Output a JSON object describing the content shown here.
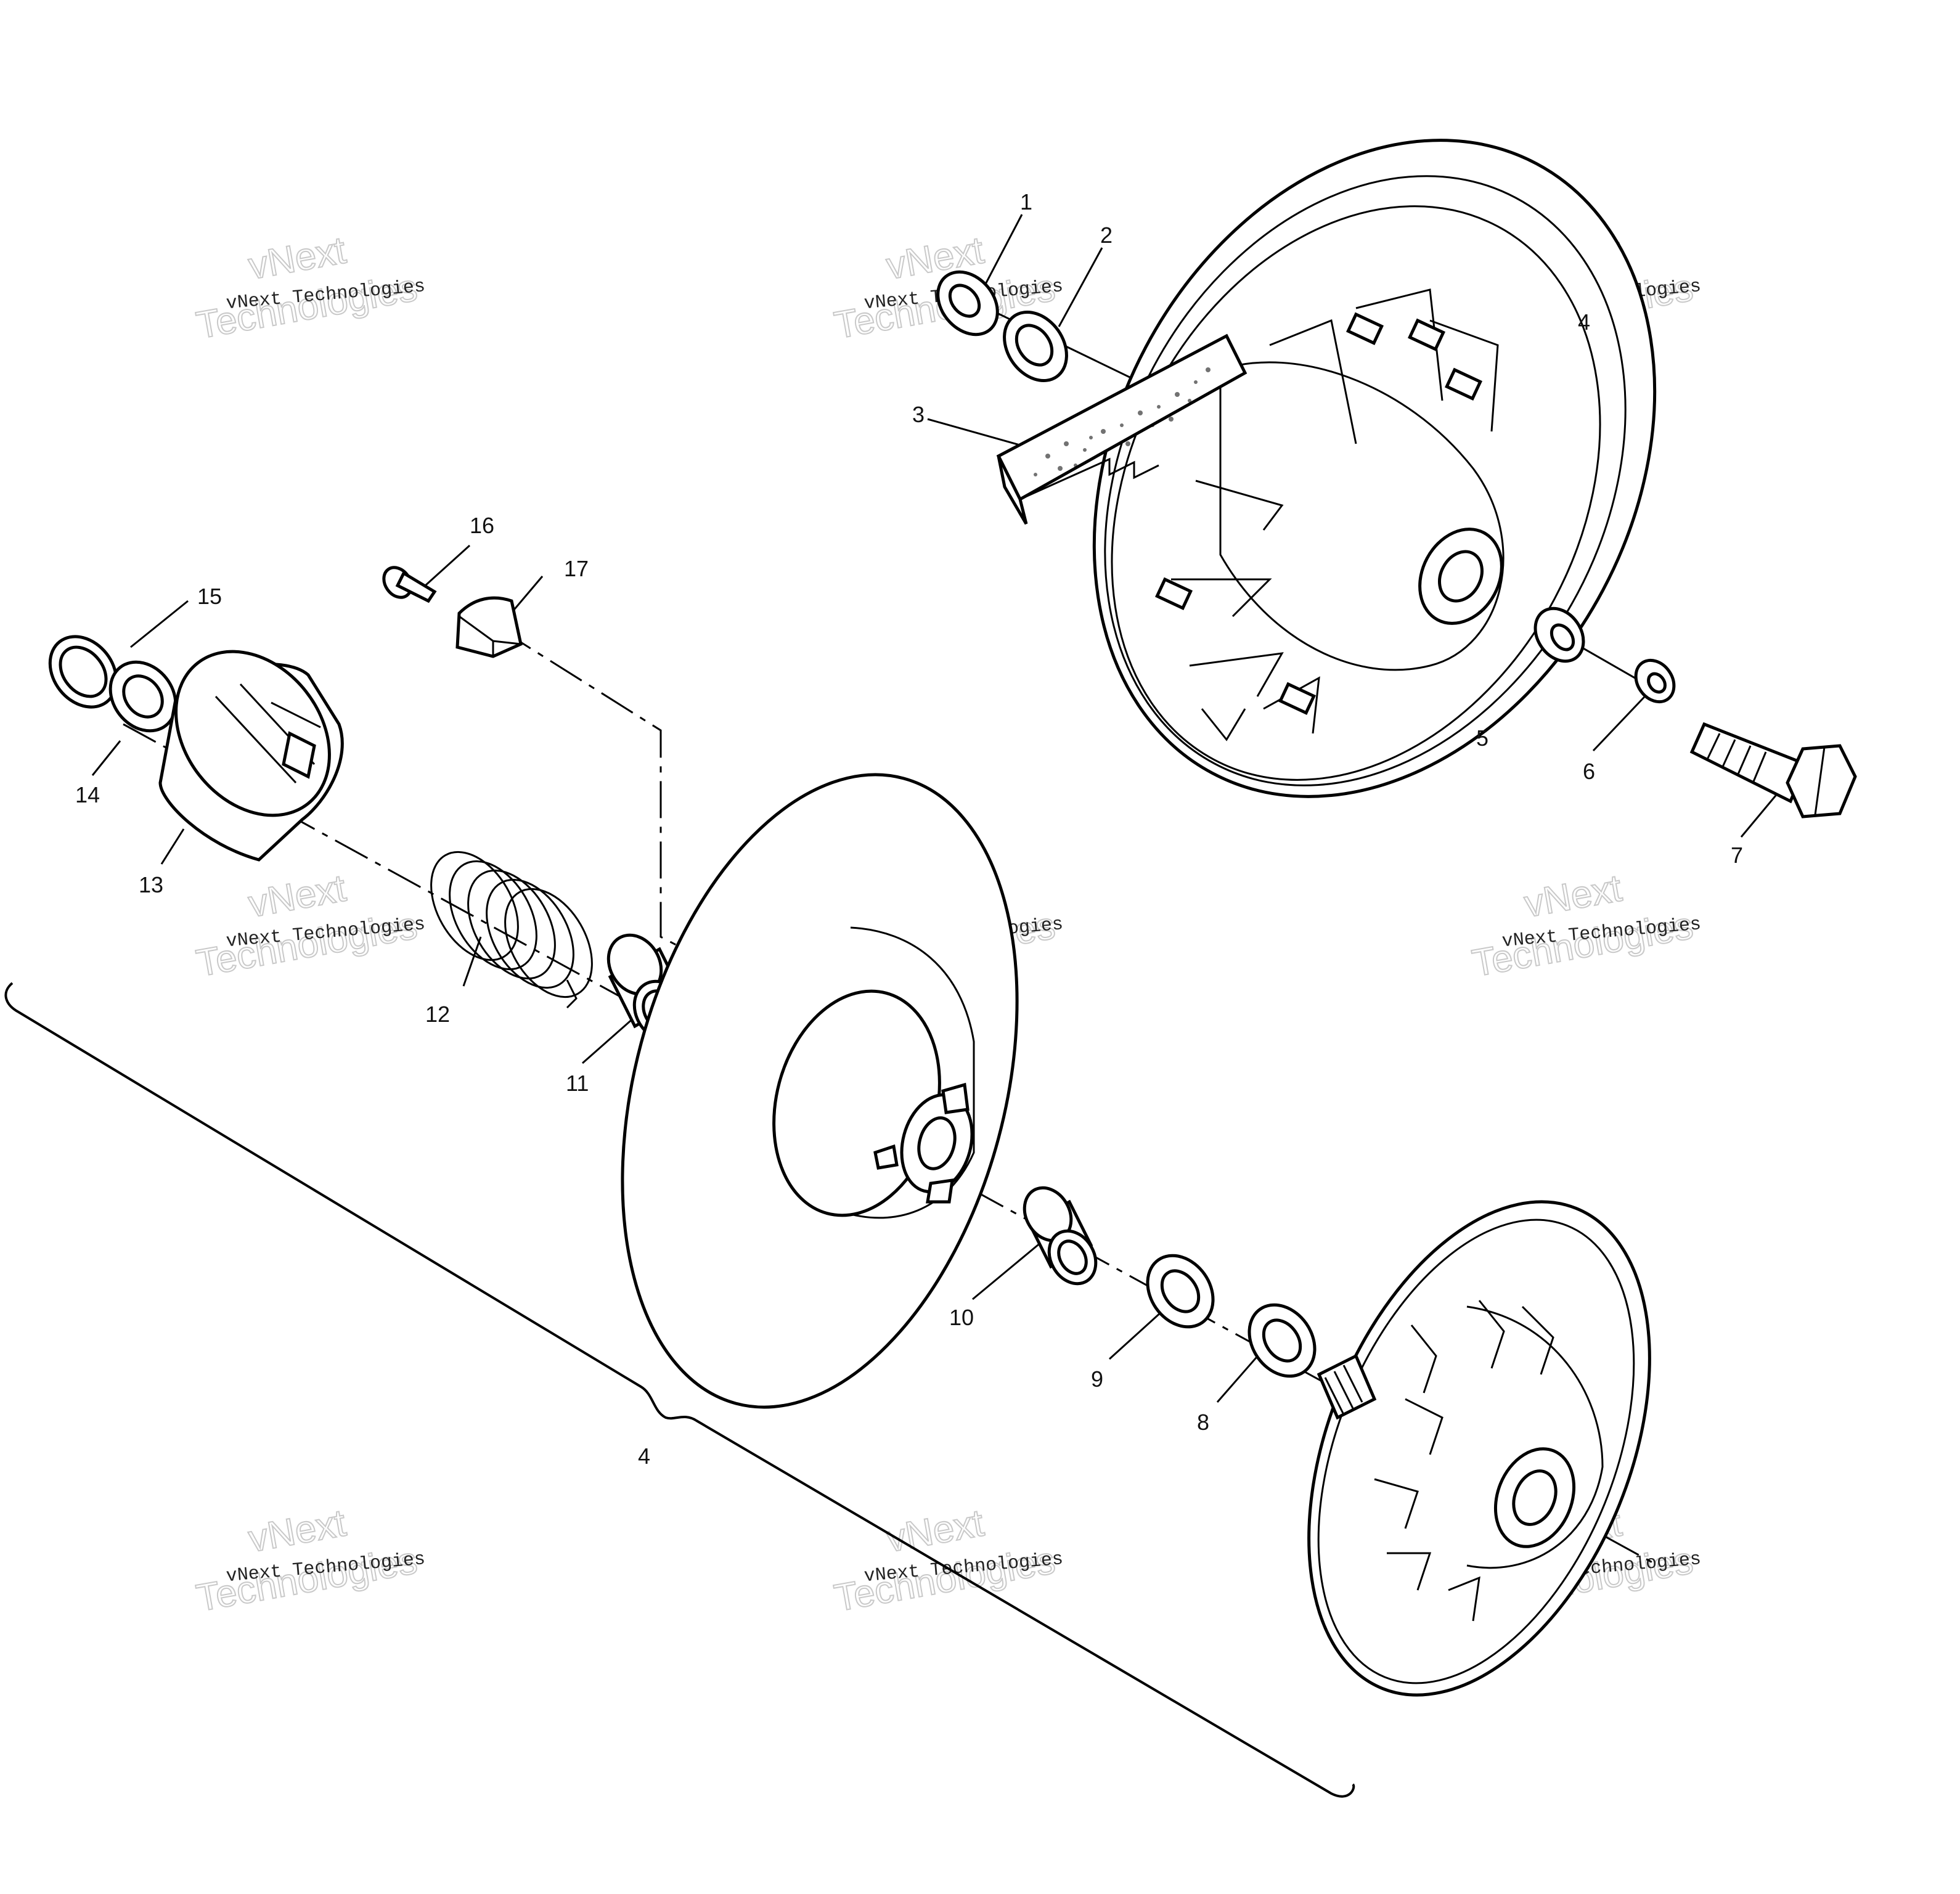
{
  "diagram": {
    "callouts": [
      {
        "id": "c1",
        "text": "1"
      },
      {
        "id": "c2",
        "text": "2"
      },
      {
        "id": "c3",
        "text": "3"
      },
      {
        "id": "c4a",
        "text": "4"
      },
      {
        "id": "c5",
        "text": "5"
      },
      {
        "id": "c6",
        "text": "6"
      },
      {
        "id": "c7",
        "text": "7"
      },
      {
        "id": "c8",
        "text": "8"
      },
      {
        "id": "c9",
        "text": "9"
      },
      {
        "id": "c10",
        "text": "10"
      },
      {
        "id": "c11",
        "text": "11"
      },
      {
        "id": "c12",
        "text": "12"
      },
      {
        "id": "c13",
        "text": "13"
      },
      {
        "id": "c14",
        "text": "14"
      },
      {
        "id": "c15",
        "text": "15"
      },
      {
        "id": "c16",
        "text": "16"
      },
      {
        "id": "c17",
        "text": "17"
      },
      {
        "id": "c4b",
        "text": "4"
      }
    ],
    "watermark": {
      "line1": "vNext Technologies",
      "line2a": "vNext",
      "line2b": "Technologies"
    }
  }
}
